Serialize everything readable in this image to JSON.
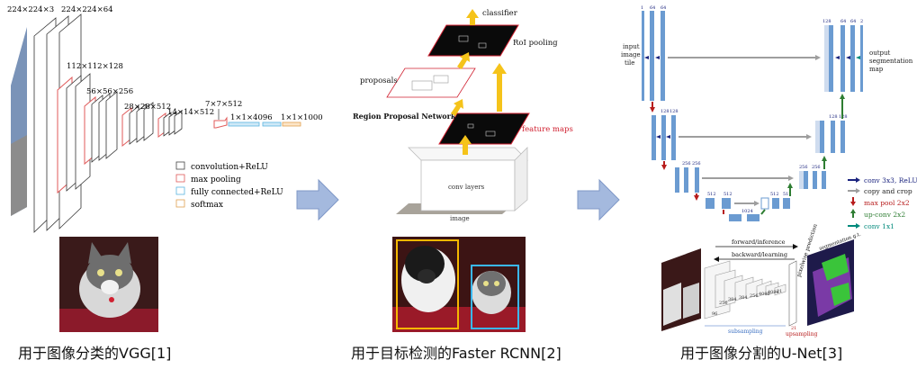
{
  "vgg": {
    "caption": "用于图像分类的VGG[1]",
    "dims": [
      "224×224×3",
      "224×224×64",
      "112×112×128",
      "56×56×256",
      "28×28×512",
      "14×14×512",
      "7×7×512",
      "1×1×4096",
      "1×1×1000"
    ],
    "legend": [
      "convolution+ReLU",
      "max pooling",
      "fully connected+ReLU",
      "softmax"
    ],
    "colors": {
      "conv": "#444444",
      "pool": "#e05a5a",
      "fc": "#5ab4e0",
      "softmax": "#e0a050"
    }
  },
  "faster_rcnn": {
    "caption": "用于目标检测的Faster RCNN[2]",
    "labels": {
      "classifier": "classifier",
      "roi_pooling": "RoI pooling",
      "proposals": "proposals",
      "rpn": "Region Proposal Network",
      "feature_maps": "feature maps",
      "conv_layers": "conv layers",
      "image": "image"
    }
  },
  "unet": {
    "caption": "用于图像分割的U-Net[3]",
    "input_label": [
      "input",
      "image",
      "tile"
    ],
    "output_label": [
      "output",
      "segmentation",
      "map"
    ],
    "legend": [
      "conv 3x3, ReLU",
      "copy and crop",
      "max pool 2x2",
      "up-conv 2x2",
      "conv 1x1"
    ],
    "channel_nums": {
      "l1a": "1",
      "l1b": "64",
      "l1c": "64",
      "l2a": "128",
      "l2b": "128",
      "l3a": "256",
      "l3b": "256",
      "l4a": "512",
      "l4b": "512",
      "l5a": "1024",
      "r4a": "512",
      "r4b": "512",
      "r3a": "256",
      "r3b": "256",
      "r2a": "128",
      "r2b": "128",
      "r1a": "128",
      "r1b": "64",
      "r1c": "64",
      "r1d": "2"
    },
    "colors": {
      "conv": "#1a237e",
      "copy": "#9e9e9e",
      "pool": "#b71c1c",
      "upconv": "#2e7d32",
      "conv1x1": "#00897b",
      "block": "#6b9bd1"
    },
    "fcn": {
      "forward": "forward/inference",
      "backward": "backward/learning",
      "pixelwise": "pixelwise prediction",
      "segmentation": "segmentation g.t.",
      "subsampling": "subsampling",
      "upsampling": "upsampling",
      "nums": [
        "96",
        "256",
        "384",
        "384",
        "256",
        "4096",
        "4096",
        "21",
        "21"
      ]
    }
  }
}
